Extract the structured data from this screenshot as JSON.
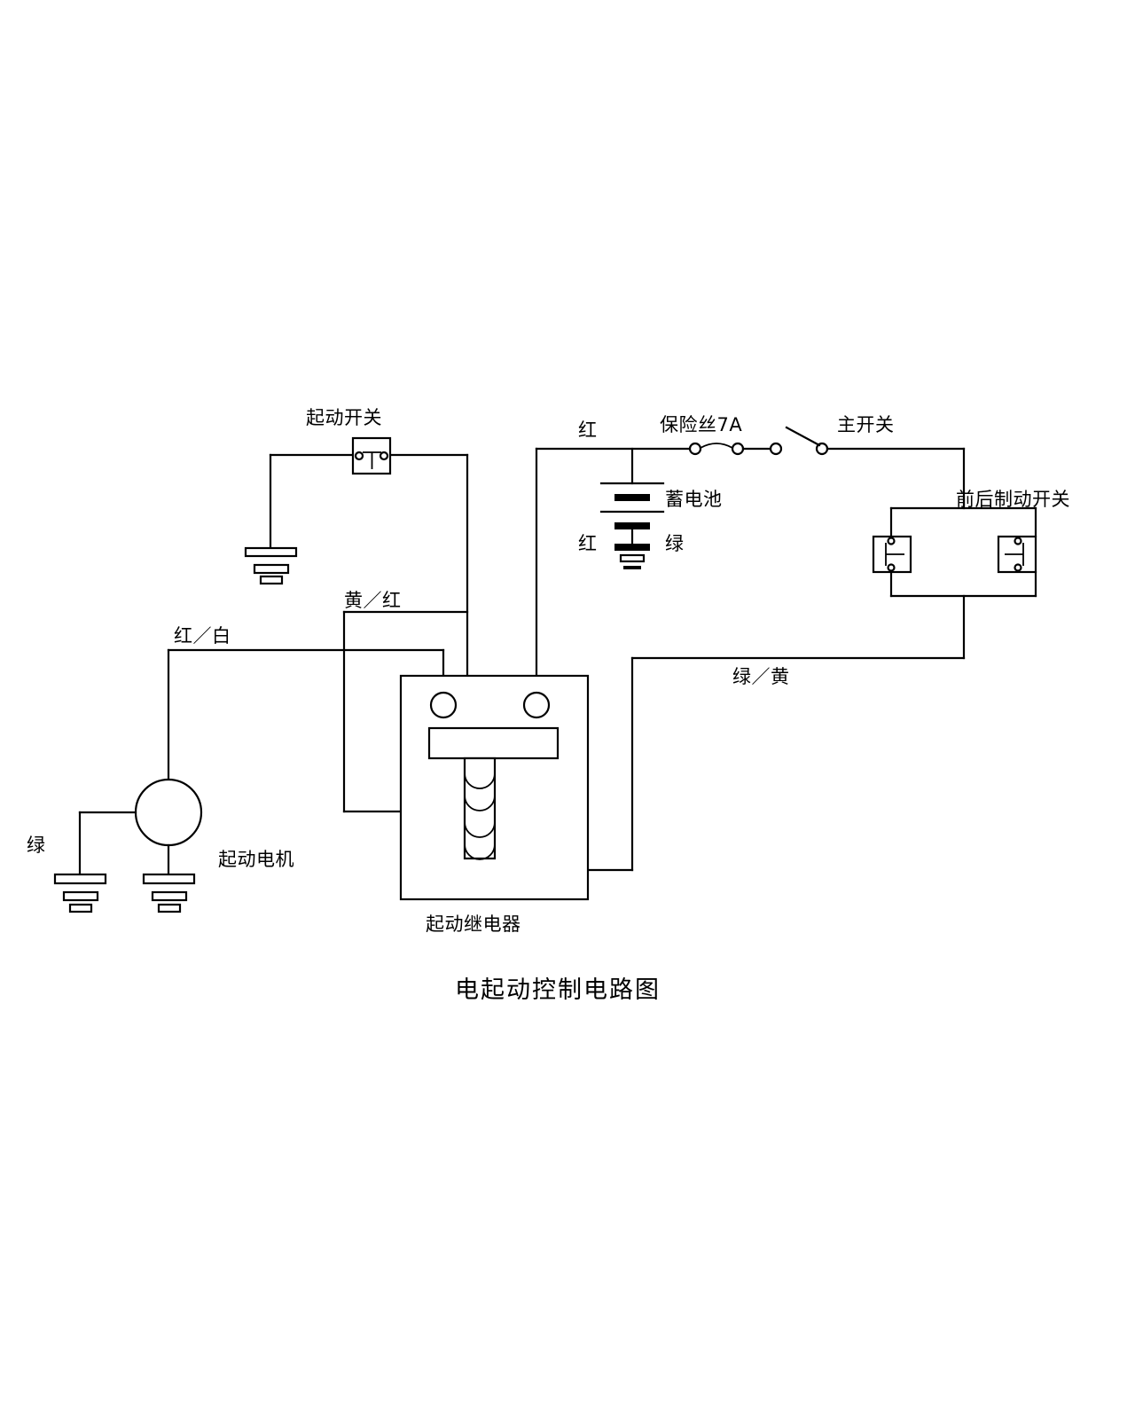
{
  "diagram": {
    "title": "电起动控制电路图",
    "title_translation_hint": "Electric Start Control Circuit Diagram",
    "components": {
      "start_switch": "起动开关",
      "fuse": "保险丝7A",
      "main_switch": "主开关",
      "battery": "蓄电池",
      "front_rear_brake_switch": "前后制动开关",
      "start_motor": "起动电机",
      "start_relay": "起动继电器"
    },
    "wire_labels": {
      "red_top": "红",
      "red_lower": "红",
      "green_battery": "绿",
      "green_motor": "绿",
      "red_white": "红／白",
      "yellow_red": "黄／红",
      "green_yellow": "绿／黄"
    },
    "colors": {
      "line": "#000000",
      "background": "#ffffff"
    }
  }
}
